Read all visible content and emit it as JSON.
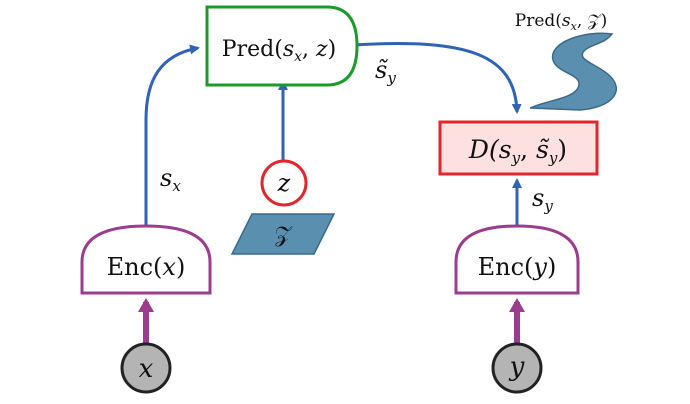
{
  "nodes": {
    "pred": {
      "prefix": "Pred(",
      "a": "s",
      "a_sub": "x",
      "sep": ", ",
      "b": "z",
      "suffix": ")",
      "border": "#1d9a2a"
    },
    "enc_x": {
      "prefix": "Enc(",
      "arg": "x",
      "suffix": ")",
      "border": "#9b3c8e"
    },
    "enc_y": {
      "prefix": "Enc(",
      "arg": "y",
      "suffix": ")",
      "border": "#9b3c8e"
    },
    "energy": {
      "prefix": "D(",
      "a": "s",
      "a_sub": "y",
      "sep": ", ",
      "b": "s̃",
      "b_sub": "y",
      "suffix": ")",
      "border": "#e3262b",
      "fill": "#fde0e0"
    },
    "latent": {
      "label": "z",
      "border": "#e3262b"
    },
    "input_x": {
      "label": "x",
      "fill": "#b4b4b4"
    },
    "input_y": {
      "label": "y",
      "fill": "#b4b4b4"
    }
  },
  "edges": {
    "sx": {
      "base": "s",
      "sub": "x"
    },
    "sy": {
      "base": "s",
      "sub": "y"
    },
    "sy_tilde": {
      "base": "s̃",
      "sub": "y"
    }
  },
  "sets": {
    "latent_set": {
      "label": "𝒵",
      "fill": "#5b8fb0"
    },
    "pred_set": {
      "prefix": "Pred(",
      "a": "s",
      "a_sub": "x",
      "sep": ", ",
      "b": "𝒵",
      "suffix": ")",
      "fill": "#5b8fb0"
    }
  },
  "colors": {
    "arrow_blue": "#2f63b5",
    "arrow_purple": "#9b3c8e"
  }
}
